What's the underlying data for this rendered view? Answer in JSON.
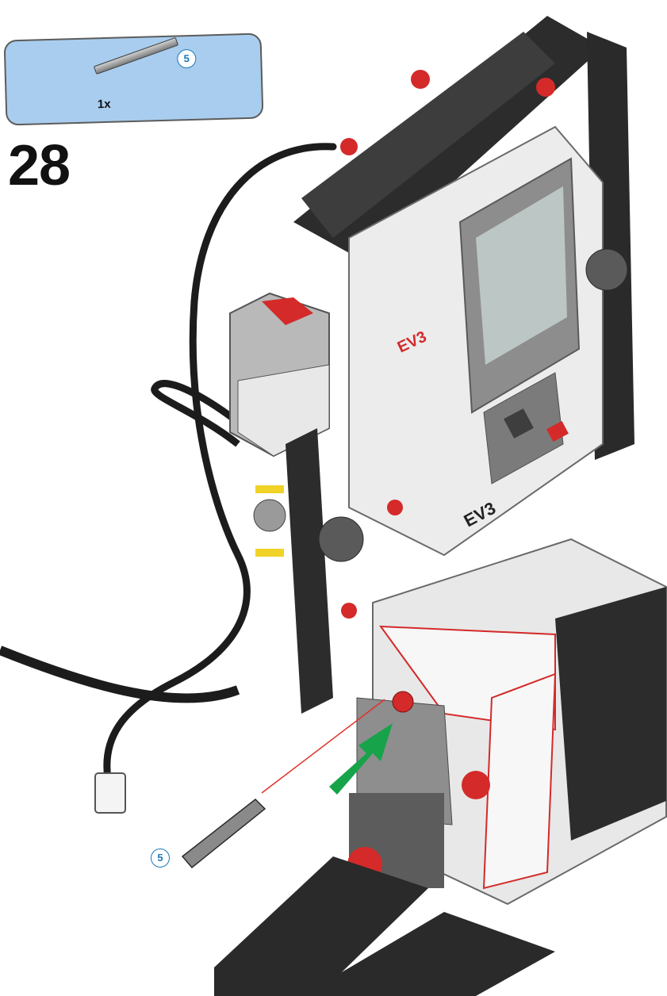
{
  "step": {
    "number": "28"
  },
  "parts_list": {
    "quantity": "1x",
    "axle_length_badge": "5"
  },
  "callout": {
    "axle_length_badge": "5"
  },
  "model_label": {
    "brick_logo": "EV3",
    "bottom_logo": "EV3"
  },
  "colors": {
    "parts_box_bg": "#a9cdee",
    "badge": "#1a79b8",
    "arrow": "#17a34a",
    "guide_line": "#e0312b"
  }
}
